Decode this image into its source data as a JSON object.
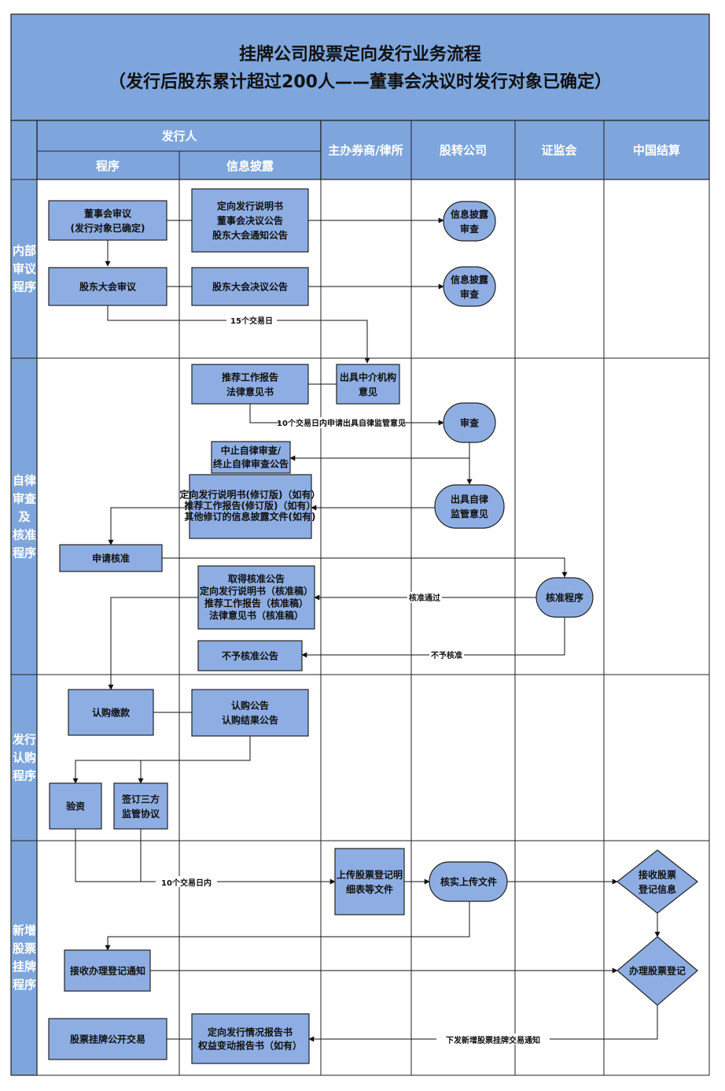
{
  "title": {
    "line1": "挂牌公司股票定向发行业务流程",
    "line2": "（发行后股东累计超过200人——董事会决议时发行对象已确定）"
  },
  "headers": {
    "issuer": "发行人",
    "procedure": "程序",
    "disclosure": "信息披露",
    "broker": "主办券商/律所",
    "neeq": "股转公司",
    "csrc": "证监会",
    "csdc": "中国结算"
  },
  "phases": {
    "internal": [
      "内部",
      "审议",
      "程序"
    ],
    "review": [
      "自律",
      "审查",
      "及",
      "核准",
      "程序"
    ],
    "subscribe": [
      "发行",
      "认购",
      "程序"
    ],
    "listing": [
      "新增",
      "股票",
      "挂牌",
      "程序"
    ]
  },
  "nodes": {
    "board_review": [
      "董事会审议",
      "(发行对象已确定)"
    ],
    "disclosure_docs1": [
      "定向发行说明书",
      "董事会决议公告",
      "股东大会通知公告"
    ],
    "info_check1": [
      "信息披露",
      "审查"
    ],
    "shareholder_review": [
      "股东大会审议"
    ],
    "shareholder_resolution": [
      "股东大会决议公告"
    ],
    "info_check2": [
      "信息披露",
      "审查"
    ],
    "recommend_report": [
      "推荐工作报告",
      "法律意见书"
    ],
    "agency_opinion": [
      "出具中介机构",
      "意见"
    ],
    "review_node": [
      "审查"
    ],
    "suspend_review": [
      "中止自律审查/",
      "终止自律审查公告"
    ],
    "revised_docs": [
      "定向发行说明书(修订版)（如有）",
      "推荐工作报告(修订版)（如有）",
      "其他修订的信息披露文件(如有)"
    ],
    "self_opinion": [
      "出具自律",
      "监管意见"
    ],
    "apply_approval": [
      "申请核准"
    ],
    "approval_docs": [
      "取得核准公告",
      "定向发行说明书（核准稿）",
      "推荐工作报告（核准稿）",
      "法律意见书（核准稿）"
    ],
    "approval_proc": [
      "核准程序"
    ],
    "not_approved_notice": [
      "不予核准公告"
    ],
    "payment": [
      "认购缴款"
    ],
    "subscribe_notice": [
      "认购公告",
      "认购结果公告"
    ],
    "capital_verify": [
      "验资"
    ],
    "tripartite": [
      "签订三方",
      "监管协议"
    ],
    "upload_docs": [
      "上传股票登记明",
      "细表等文件"
    ],
    "verify_upload": [
      "核实上传文件"
    ],
    "receive_info": [
      "接收股票",
      "登记信息"
    ],
    "receive_notice": [
      "接收办理登记通知"
    ],
    "do_register": [
      "办理股票登记"
    ],
    "public_trading": [
      "股票挂牌公开交易"
    ],
    "issue_report": [
      "定向发行情况报告书",
      "权益变动报告书（如有）"
    ]
  },
  "labels": {
    "days15": "15个交易日",
    "days10_apply": "10个交易日内申请出具自律监管意见",
    "approved": "核准通过",
    "not_approved": "不予核准",
    "days10": "10个交易日内",
    "notify": "下发新增股票挂牌交易通知"
  }
}
